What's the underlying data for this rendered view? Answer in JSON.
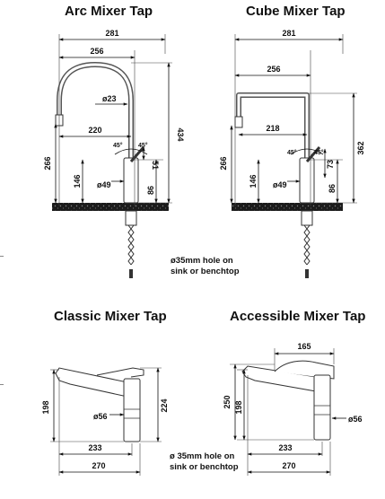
{
  "titles": {
    "arc": "Arc Mixer Tap",
    "cube": "Cube Mixer Tap",
    "classic": "Classic Mixer Tap",
    "accessible": "Accessible Mixer Tap"
  },
  "notes": {
    "top_line1": "ø35mm hole on",
    "top_line2": "sink or benchtop",
    "bottom_line1": "ø 35mm hole on",
    "bottom_line2": "sink or benchtop"
  },
  "arc": {
    "width_overall": "281",
    "width_spout": "256",
    "spout_dia": "ø23",
    "reach": "220",
    "angle_left": "45°",
    "angle_right": "45°",
    "height_overall": "434",
    "handle": "51",
    "height_spout": "266",
    "height_body": "146",
    "body_dia": "ø49",
    "base": "86"
  },
  "cube": {
    "width_overall": "281",
    "width_spout": "256",
    "reach": "218",
    "angle_left": "45°",
    "angle_right": "45°",
    "height_overall": "362",
    "handle": "73",
    "height_spout": "266",
    "height_body": "146",
    "body_dia": "ø49",
    "base": "86"
  },
  "classic": {
    "height_left": "198",
    "height_right": "224",
    "body_dia": "ø56",
    "reach": "233",
    "length": "270"
  },
  "accessible": {
    "lever": "165",
    "height_outer": "250",
    "height_inner": "198",
    "body_dia": "ø56",
    "reach": "233",
    "length": "270"
  }
}
